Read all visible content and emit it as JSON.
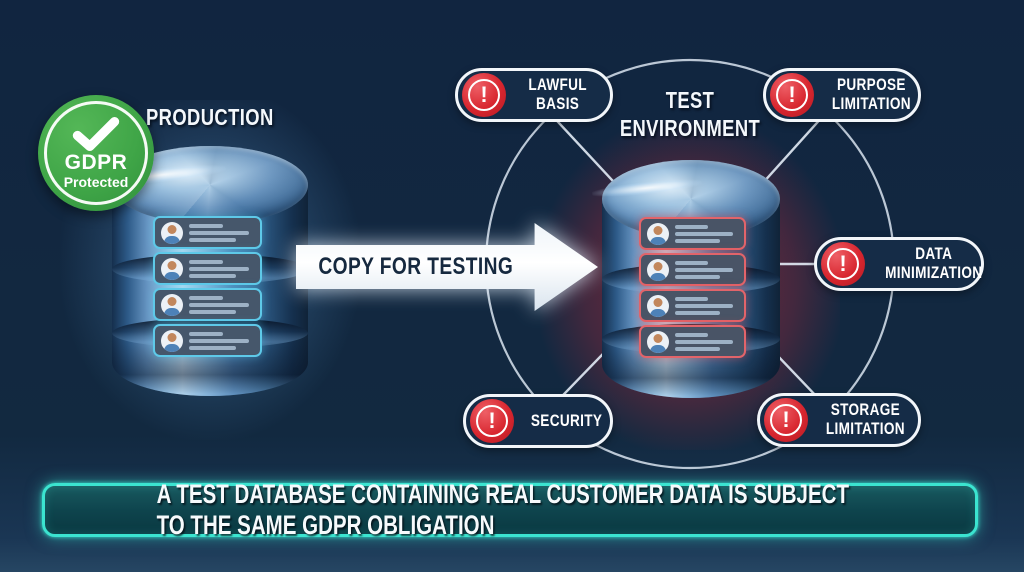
{
  "colors": {
    "background": "#122940",
    "accent_cyan": "#3be4d0",
    "warning_red": "#d8262f",
    "gdpr_green": "#3fa547",
    "database_blue": "#6795c2",
    "card_border_production": "#5ec9e8",
    "card_border_test": "#e2646a"
  },
  "production": {
    "title": "PRODUCTION",
    "gdpr_badge": {
      "icon": "checkmark-icon",
      "line1": "GDPR",
      "line2": "Protected"
    },
    "record_cards": 4
  },
  "copy_arrow": {
    "label": "COPY FOR TESTING"
  },
  "test_environment": {
    "title_line1": "TEST",
    "title_line2": "ENVIRONMENT",
    "record_cards": 4,
    "warning_glyph": "!",
    "warnings": [
      {
        "icon": "warning-icon",
        "line1": "LAWFUL",
        "line2": "BASIS"
      },
      {
        "icon": "warning-icon",
        "line1": "PURPOSE",
        "line2": "LIMITATION"
      },
      {
        "icon": "warning-icon",
        "line1": "DATA",
        "line2": "MINIMIZATION"
      },
      {
        "icon": "warning-icon",
        "line1": "STORAGE",
        "line2": "LIMITATION"
      },
      {
        "icon": "warning-icon",
        "line1": "SECURITY",
        "line2": ""
      }
    ]
  },
  "banner": {
    "text": "A TEST DATABASE CONTAINING REAL CUSTOMER DATA IS SUBJECT TO THE SAME GDPR OBLIGATION"
  }
}
